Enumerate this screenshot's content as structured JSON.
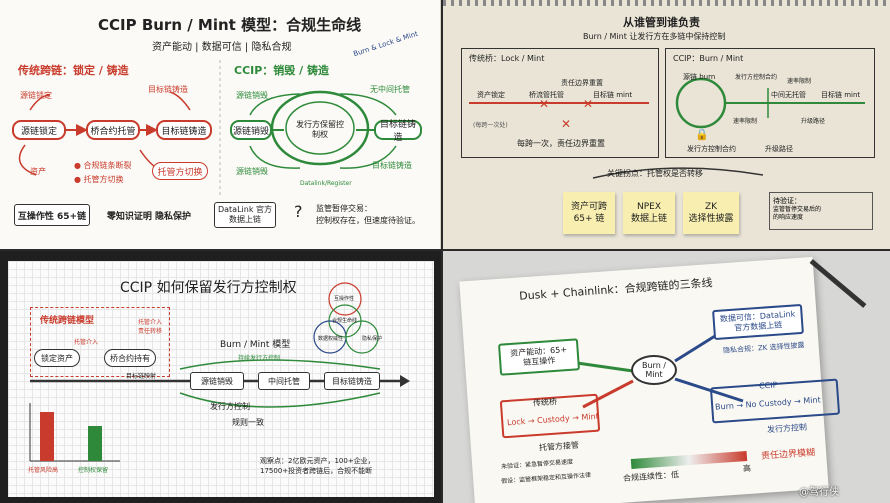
{
  "panelA": {
    "title": "CCIP Burn / Mint 模型：合规生命线",
    "subtitle": "资产能动 | 数据可信 | 隐私合规",
    "handnote": "Burn & Lock & Mint",
    "left": {
      "heading": "传统跨链：锁定 / 铸造",
      "label_source_lock": "源链锁定",
      "label_target_mint": "目标链铸造",
      "nodes": [
        "源链锁定",
        "桥合约托管",
        "目标链铸造"
      ],
      "risk_label": "资产",
      "bullets": [
        "合规链条断裂",
        "托管方切换"
      ],
      "custody_box": "托管方切换"
    },
    "right": {
      "heading": "CCIP：销毁 / 铸造",
      "label_source_burn": "源链销毁",
      "label_no_custody": "无中间托管",
      "left_node": "源链销毁",
      "center": "发行方保留控制权",
      "right_node": "目标链铸造",
      "bottom_left": "源链销毁",
      "bottom_right": "目标链铸造",
      "bottom_note": "Datalink/Register"
    },
    "footer": {
      "boxes": [
        "互操作性 65+链",
        "零知识证明 隐私保护",
        "DataLink 官方数据上链"
      ],
      "question_mark": "?",
      "note": "监管暂停交易：\n控制权存在，但速度待验证。"
    }
  },
  "panelB": {
    "title": "从谁管到谁负责",
    "subtitle": "Burn / Mint 让发行方在多链中保持控制",
    "left_heading": "传统桥：Lock / Mint",
    "left_labels": [
      "资产锁定",
      "桥流管托管",
      "目标链 mint"
    ],
    "left_top_note": "责任边界重置",
    "left_note_below": "每跨一次，责任边界重置",
    "left_small": "(每跨一次处)",
    "right_heading": "CCIP：Burn / Mint",
    "right_labels": [
      "源链 burn",
      "发行方控制合约",
      "中间无托管",
      "目标链 mint"
    ],
    "right_small": [
      "速率限制",
      "速率限制",
      "升级路径"
    ],
    "right_bottom": [
      "发行方控制合约",
      "升级路径"
    ],
    "key": "关键拐点：托管权是否转移",
    "stickies": [
      "资产可跨\n65+ 链",
      "NPEX\n数据上链",
      "ZK\n选择性披露"
    ],
    "todo_heading": "待验证：",
    "todo": "监管暂停交易后的\n的响应速度"
  },
  "panelC": {
    "title": "CCIP 如何保留发行方控制权",
    "trad_heading": "传统跨链模型",
    "trad_nodes": [
      "锁定资产",
      "桥合约持有"
    ],
    "trad_notes": [
      "托管介入",
      "托管介入\n责任转移"
    ],
    "trad_target": "目标链映射",
    "bm_heading": "Burn / Mint 模型",
    "bm_small": "持续发行方控制",
    "flow": [
      "源链销毁",
      "中间托管",
      "目标链铸造"
    ],
    "flow_label": "发行方控制",
    "below_label": "规则一致",
    "venn": [
      "互操作性",
      "合规生命线",
      "数据权威性",
      "隐私保护"
    ],
    "bar_labels": [
      "托管风险高",
      "控制权保留"
    ],
    "bar_values": [
      0.85,
      0.6
    ],
    "observation": "观察点：2亿欧元资产，100+企业，\n17500+投资者跨链后，合规不能断"
  },
  "panelD": {
    "title": "Dusk + Chainlink：合规跨链的三条线",
    "center": "Burn / Mint",
    "top_left": "资产能动：65+\n链互操作",
    "top_right": "数据可信：DataLink\n官方数据上链",
    "top_right_sub": "隐私合规：ZK 选择性披露",
    "bottom_left_head": "传统桥",
    "bottom_left_flow": "Lock → Custody → Mint",
    "bottom_left_label": "托管方接管",
    "bottom_right_head": "CCIP",
    "bottom_right_flow": "Burn → No Custody → Mint",
    "bottom_right_label": "发行方控制",
    "notes": [
      "未验证：紧急暂停交易速度",
      "假设：监管框架稳定和互操作法律"
    ],
    "continuity_label": "合规连续性：低",
    "continuity_high": "高",
    "continuity_level": 0.5,
    "blurry": "责任边界模糊",
    "watermark": "@驾行侠"
  },
  "colors": {
    "red": "#c93b2c",
    "green": "#2e8a3a",
    "blue": "#2b4a8a"
  }
}
